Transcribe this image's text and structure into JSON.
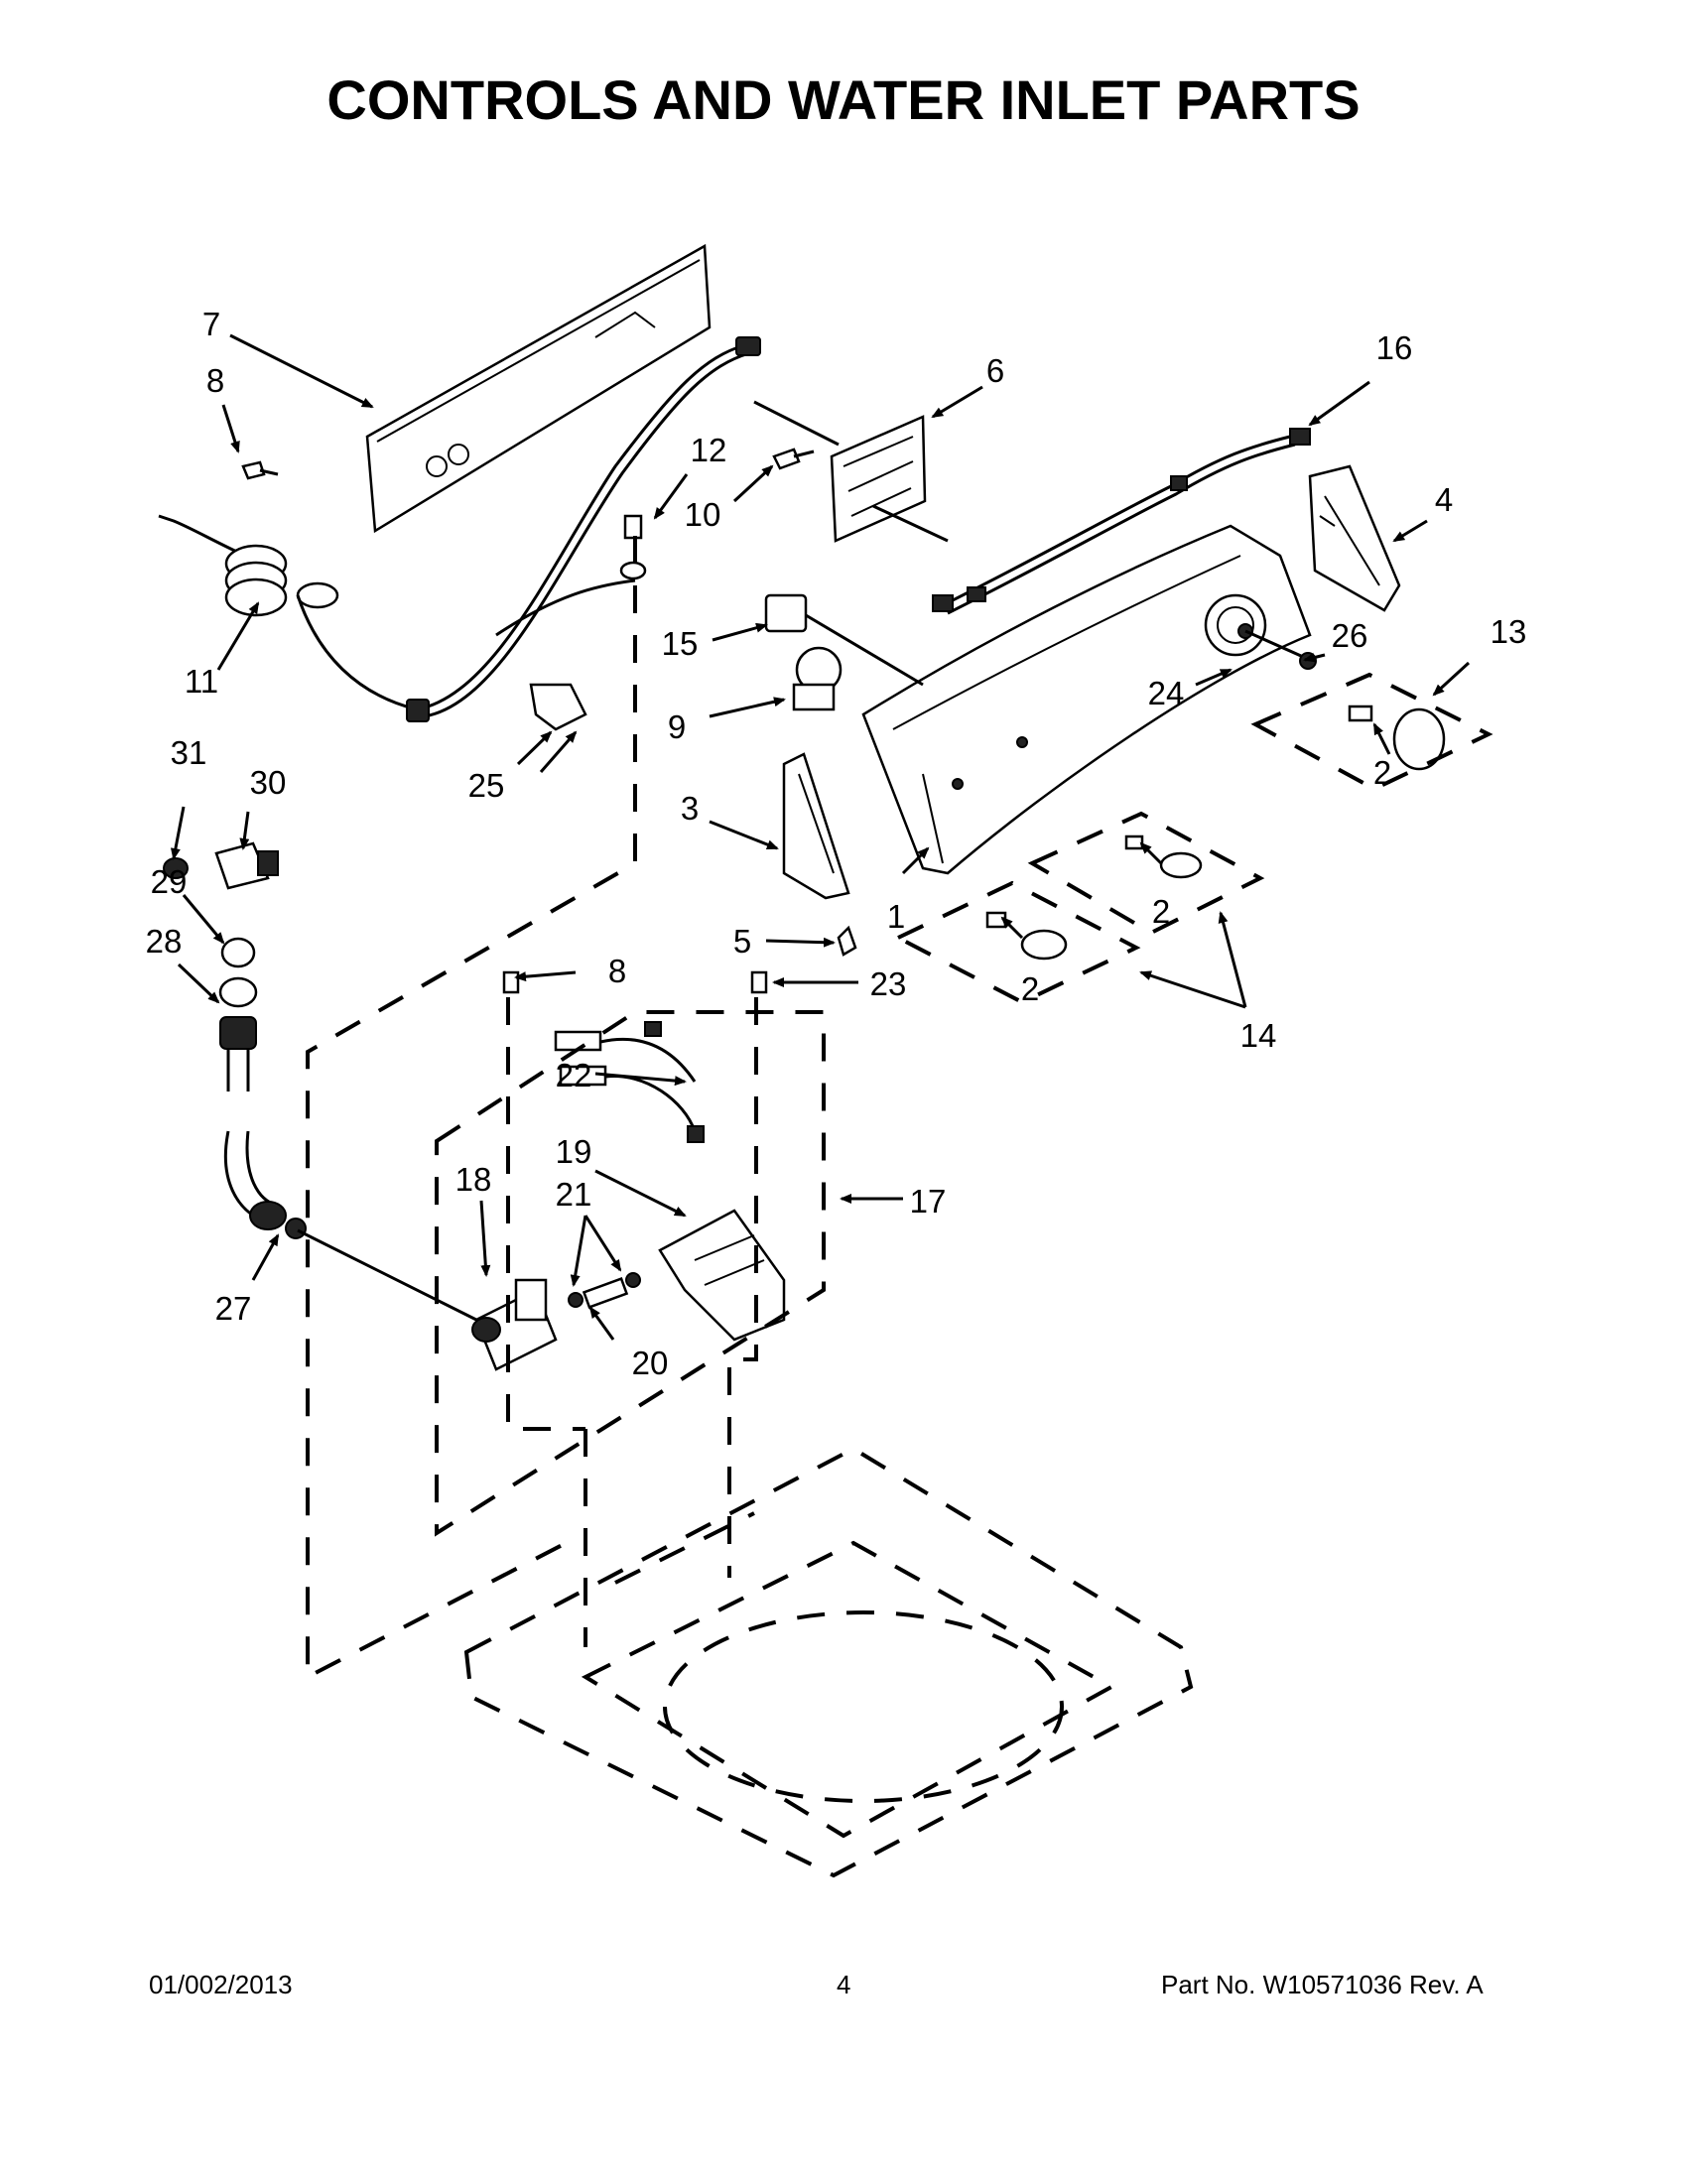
{
  "title": "CONTROLS AND WATER INLET PARTS",
  "callouts": {
    "c1": "1",
    "c2a": "2",
    "c2b": "2",
    "c2c": "2",
    "c3": "3",
    "c4": "4",
    "c5": "5",
    "c6": "6",
    "c7": "7",
    "c8a": "8",
    "c8b": "8",
    "c9": "9",
    "c10": "10",
    "c11": "11",
    "c12": "12",
    "c13": "13",
    "c14": "14",
    "c15": "15",
    "c16": "16",
    "c17": "17",
    "c18": "18",
    "c19": "19",
    "c20": "20",
    "c21": "21",
    "c22": "22",
    "c23": "23",
    "c24": "24",
    "c25": "25",
    "c26": "26",
    "c27": "27",
    "c28": "28",
    "c29": "29",
    "c30": "30",
    "c31": "31"
  },
  "footer": {
    "date": "01/002/2013",
    "page": "4",
    "part_no": "Part No.  W10571036  Rev.  A"
  }
}
